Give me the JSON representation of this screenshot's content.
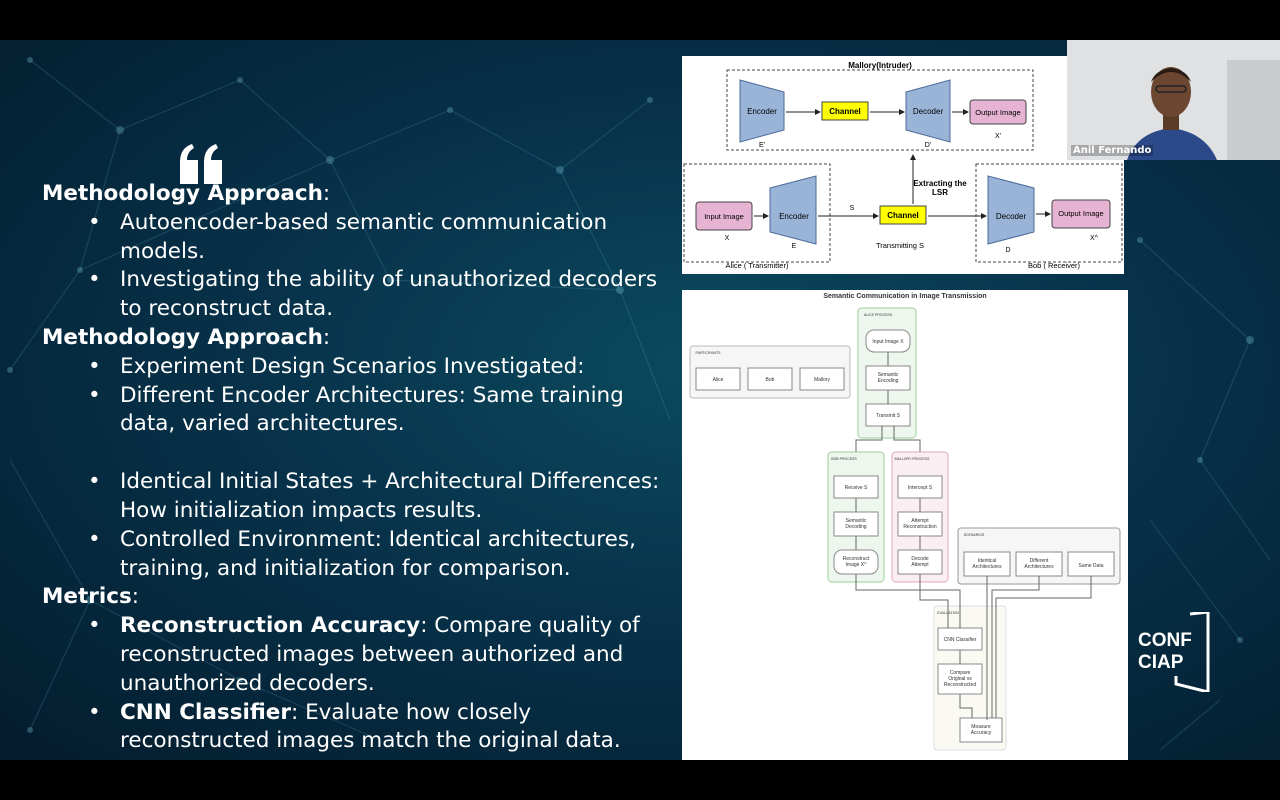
{
  "sections": [
    {
      "heading": "Methodology Approach",
      "items": [
        "Autoencoder-based semantic communication models.",
        "Investigating the ability of unauthorized decoders to reconstruct data."
      ]
    },
    {
      "heading": "Methodology Approach",
      "items": [
        "Experiment Design Scenarios Investigated:",
        "Different Encoder Architectures: Same training data, varied architectures."
      ]
    },
    {
      "items": [
        "Identical Initial States + Architectural Differences: How initialization impacts results.",
        "Controlled Environment: Identical architectures, training, and initialization for comparison."
      ]
    },
    {
      "heading": "Metrics",
      "items": [
        {
          "bold": "Reconstruction Accuracy",
          "rest": ": Compare quality of reconstructed images between authorized and unauthorized decoders."
        },
        {
          "bold": "CNN Classifier",
          "rest": ": Evaluate how closely reconstructed images match the original data."
        }
      ]
    }
  ],
  "colon": ":",
  "fig1": {
    "mallory_title": "Mallory(Intruder)",
    "encoder": "Encoder",
    "channel": "Channel",
    "decoder": "Decoder",
    "output_image": "Output Image",
    "input_image": "Input Image",
    "e_prime": "E'",
    "d_prime": "D'",
    "x_prime": "X'",
    "x": "X",
    "e": "E",
    "s": "S",
    "d": "D",
    "x_hat": "X^",
    "extracting": [
      "Extracting the",
      "LSR"
    ],
    "transmitting": "Transmitting S",
    "alice": "Alice ( Transmitter)",
    "bob": "Bob ( Receiver)"
  },
  "fig2": {
    "title": "Semantic Communication in Image Transmission",
    "participants": "PARTICIPANTS",
    "alice": "Alice",
    "bob": "Bob",
    "mallory": "Mallory",
    "alice_process": "ALICE PROCESS",
    "input_image": "Input Image X",
    "semantic_encoding": [
      "Semantic",
      "Encoding"
    ],
    "transmit": "Transmit S",
    "bob_process": "BOB PROCESS",
    "receive": "Receive S",
    "semantic_decoding": [
      "Semantic",
      "Decoding"
    ],
    "reconstruct": [
      "Reconstruct",
      "Image X^"
    ],
    "mallory_process": "MALLORY PROCESS",
    "intercept": "Intercept S",
    "attempt_recon": [
      "Attempt",
      "Reconstruction"
    ],
    "decode_attempt": [
      "Decode",
      "Attempt"
    ],
    "scenarios": "SCENARIOS",
    "identical_arch": [
      "Identical",
      "Architectures"
    ],
    "different_arch": [
      "Different",
      "Architectures"
    ],
    "same_data": "Same Data",
    "evaluation": "EVALUATION",
    "cnn": "CNN Classifier",
    "compare": [
      "Compare",
      "Original vs",
      "Reconstructed"
    ],
    "measure": [
      "Measure",
      "Accuracy"
    ]
  },
  "video": {
    "name": "Anil Fernando"
  },
  "logo": {
    "line1": "CONF",
    "line2": "CIAP"
  },
  "colors": {
    "yellow": "#ffff00",
    "pink": "#e6b3d3",
    "blue": "#9ab4d8"
  }
}
